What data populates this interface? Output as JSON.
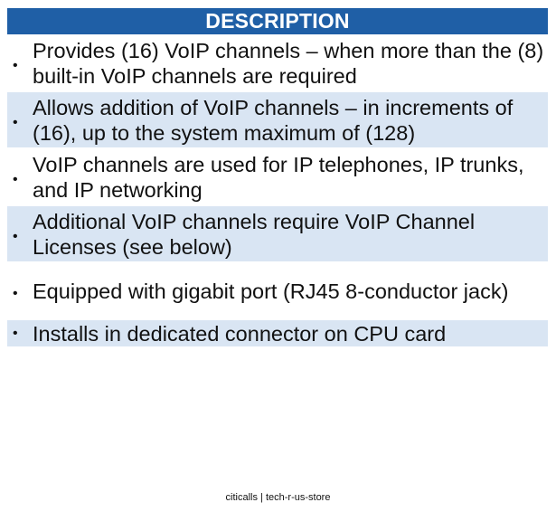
{
  "header": {
    "title": "DESCRIPTION"
  },
  "items": [
    {
      "text": "Provides (16) VoIP channels – when more than the (8) built-in VoIP channels are required"
    },
    {
      "text": "Allows addition of VoIP channels – in increments of (16), up to the system maximum of (128)"
    },
    {
      "text": "VoIP channels are used for IP telephones, IP trunks, and IP networking"
    },
    {
      "text": "Additional VoIP channels require VoIP Channel Licenses (see below)"
    },
    {
      "text": "Equipped with gigabit port (RJ45 8-conductor jack)"
    },
    {
      "text": "Installs in dedicated connector on CPU card"
    }
  ],
  "footer": {
    "text": "citicalls | tech-r-us-store"
  },
  "colors": {
    "header_bg": "#1f5fa6",
    "shaded_row": "#d9e5f3"
  }
}
